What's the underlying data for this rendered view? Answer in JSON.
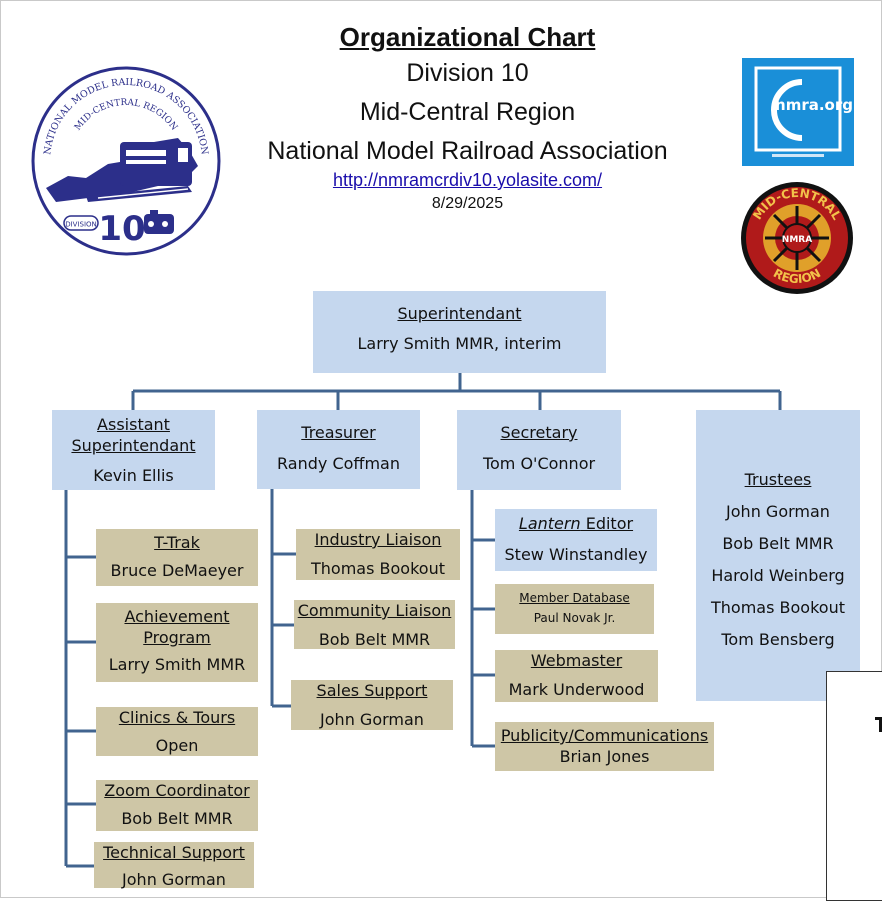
{
  "header": {
    "title": "Organizational Chart",
    "division": "Division 10",
    "region": "Mid-Central Region",
    "org": "National Model Railroad Association",
    "url": "http://nmramcrdiv10.yolasite.com/",
    "date": "8/29/2025"
  },
  "logos": {
    "division_seal_text_top": "NATIONAL MODEL RAILROAD ASSOCIATION",
    "division_seal_text_inner": "MID-CENTRAL REGION",
    "division_seal_label": "DIVISION",
    "division_seal_number": "10",
    "nmra_logo": "nmra.org",
    "mcr_logo_top": "MID-CENTRAL",
    "mcr_logo_mid": "NMRA",
    "mcr_logo_bottom": "REGION"
  },
  "org": {
    "superintendant": {
      "title": "Superintendant",
      "name": "Larry Smith MMR, interim"
    },
    "assistant": {
      "title": "Assistant Superintendant",
      "name": "Kevin Ellis"
    },
    "treasurer": {
      "title": "Treasurer",
      "name": "Randy Coffman"
    },
    "secretary": {
      "title": "Secretary",
      "name": "Tom O'Connor"
    },
    "trustees": {
      "title": "Trustees",
      "names": [
        "John Gorman",
        "Bob Belt MMR",
        "Harold Weinberg",
        "Thomas Bookout",
        "Tom Bensberg"
      ]
    },
    "assistant_reports": [
      {
        "title": "T-Trak",
        "name": "Bruce DeMaeyer"
      },
      {
        "title": "Achievement Program",
        "name": "Larry Smith MMR"
      },
      {
        "title": "Clinics & Tours",
        "name": "Open"
      },
      {
        "title": "Zoom Coordinator",
        "name": "Bob Belt MMR"
      },
      {
        "title": "Technical Support",
        "name": "John Gorman"
      }
    ],
    "treasurer_reports": [
      {
        "title": "Industry Liaison",
        "name": "Thomas Bookout"
      },
      {
        "title": "Community Liaison",
        "name": "Bob Belt MMR"
      },
      {
        "title": "Sales Support",
        "name": "John Gorman"
      }
    ],
    "secretary_reports": [
      {
        "title_italic": "Lantern",
        "title_rest": " Editor",
        "name": "Stew Winstandley"
      },
      {
        "title": "Member Database",
        "name": "Paul Novak Jr."
      },
      {
        "title": "Webmaster",
        "name": "Mark Underwood"
      },
      {
        "title": "Publicity/Communications",
        "name": "Brian Jones"
      }
    ]
  },
  "colors": {
    "blue_box": "#c5d7ee",
    "tan_box": "#cec6a6",
    "connector": "#41648f",
    "seal_blue": "#2c2f8a"
  }
}
